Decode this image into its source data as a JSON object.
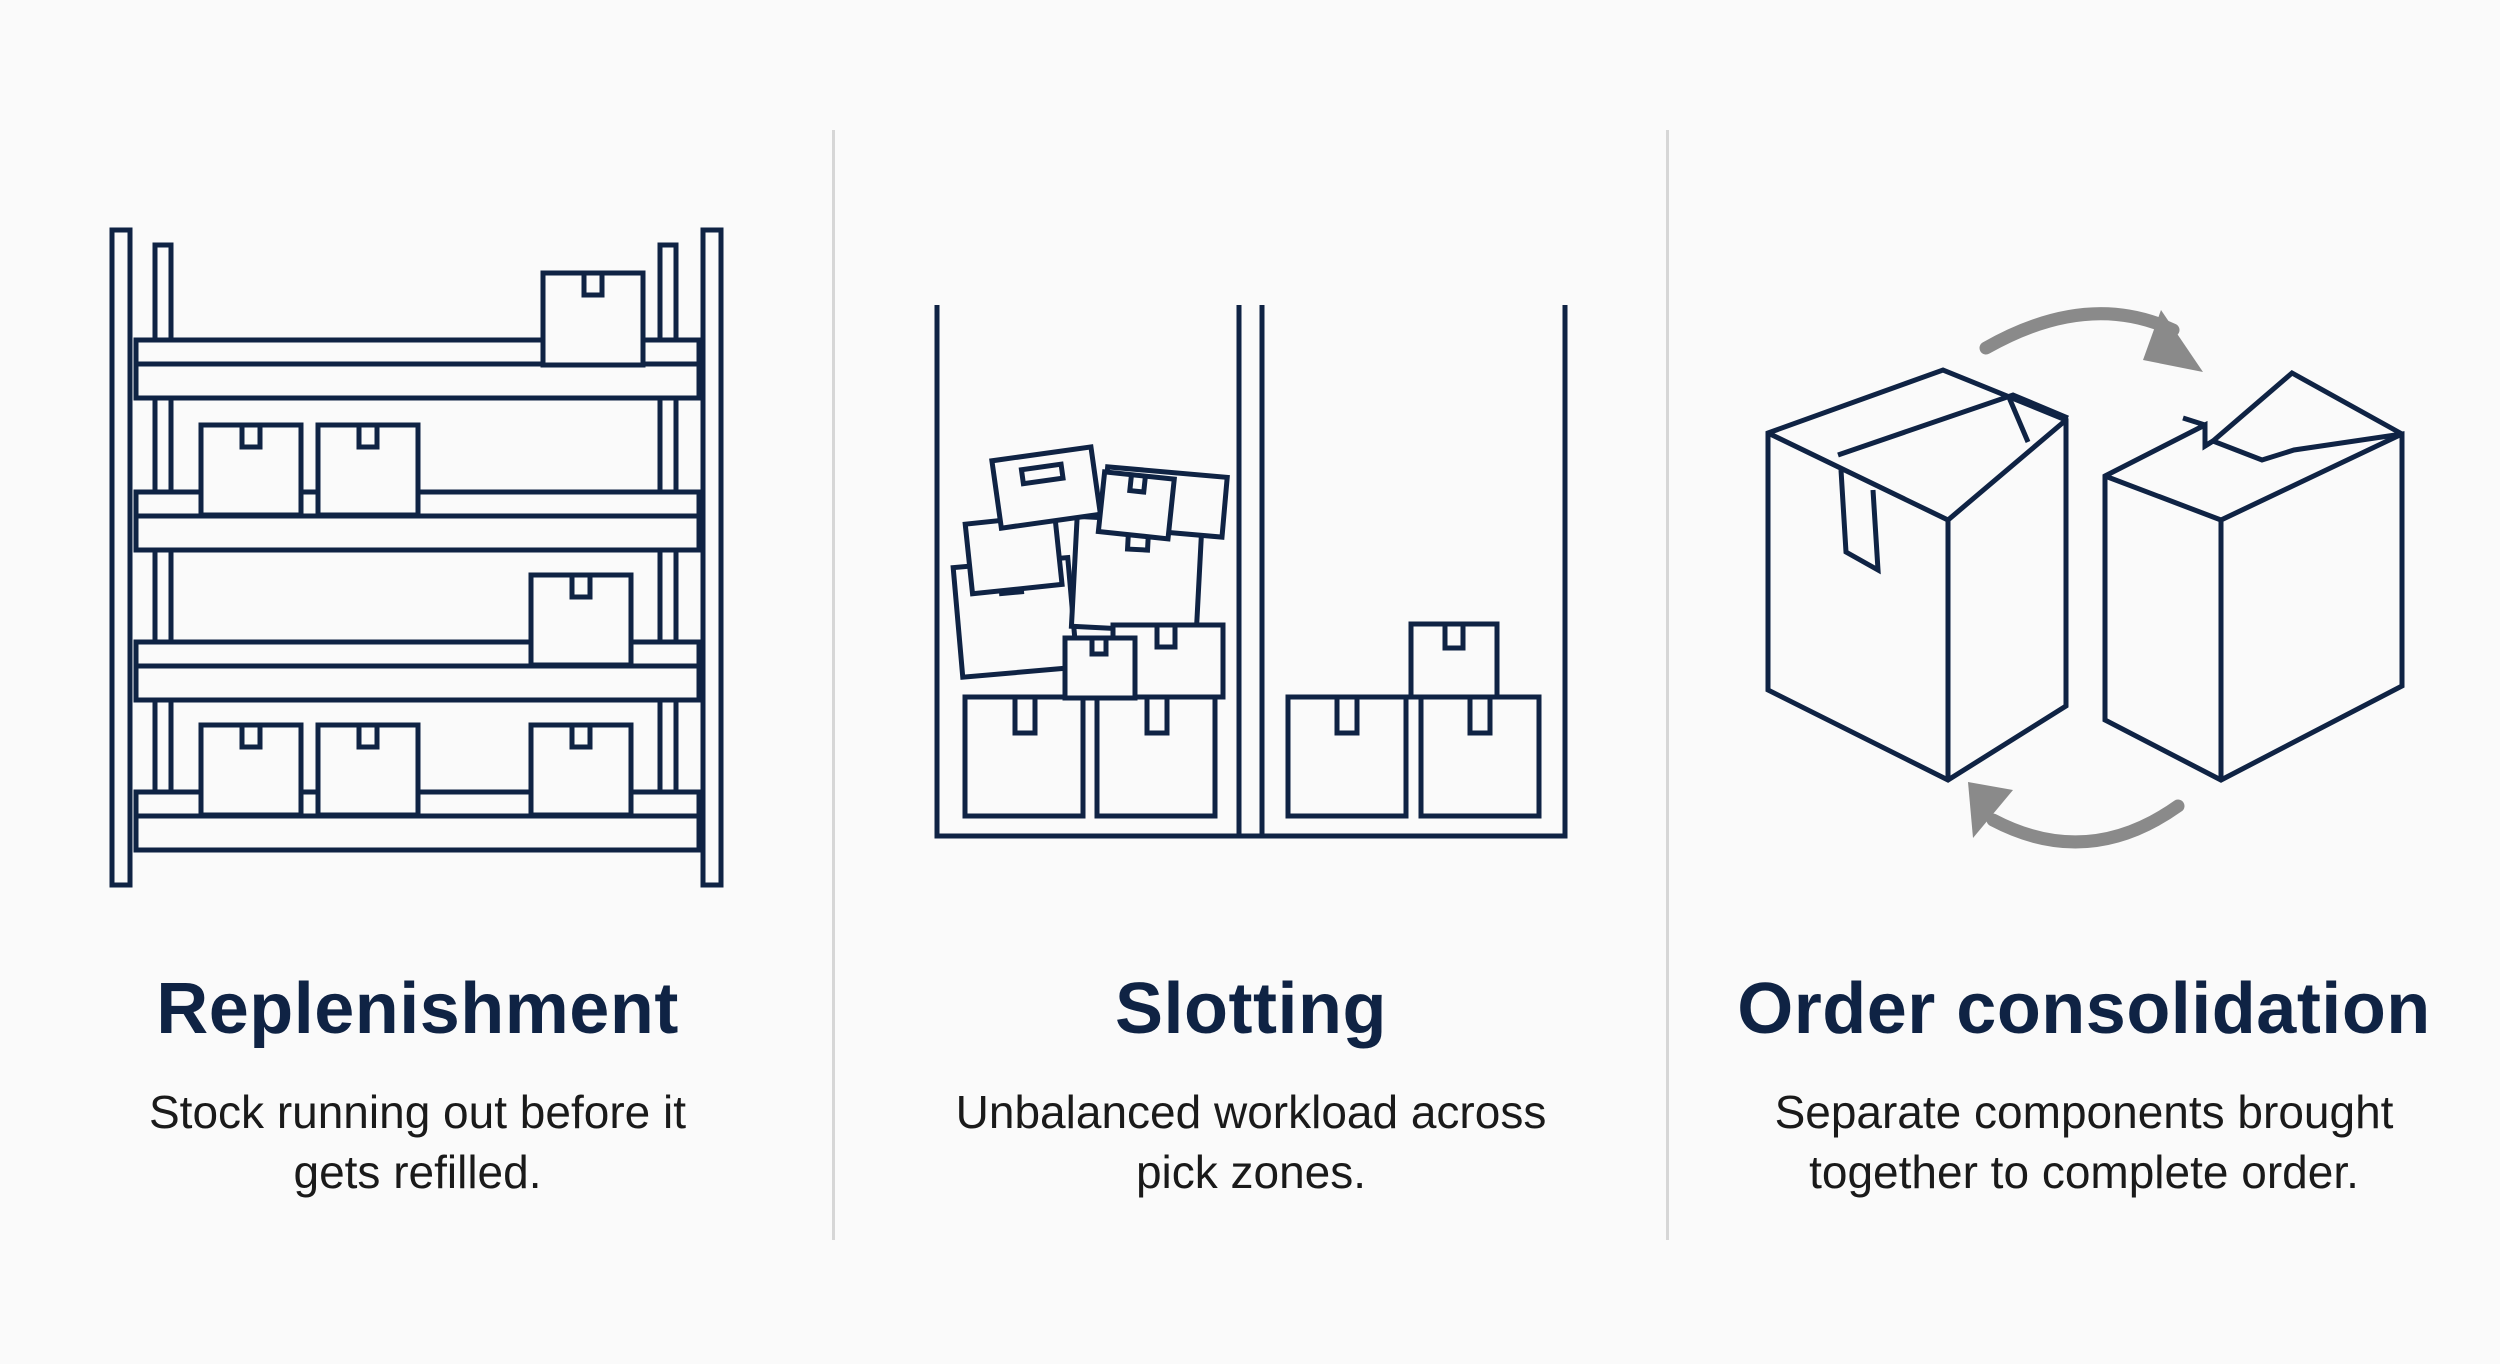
{
  "panels": [
    {
      "title": "Replenishment",
      "description": [
        "Stock running out before it",
        "gets refilled."
      ],
      "icon": "shelving-rack-icon"
    },
    {
      "title": "Slotting",
      "description": [
        "Unbalanced workload across",
        "pick zones."
      ],
      "icon": "pick-zones-icon"
    },
    {
      "title": "Order consolidation",
      "description": [
        "Separate components brought",
        "together to complete order."
      ],
      "icon": "box-consolidation-icon"
    }
  ],
  "colors": {
    "navy": "#0f2344",
    "arrow_gray": "#8a8a8a",
    "divider": "#d6d6d6",
    "background": "#fafafa"
  }
}
